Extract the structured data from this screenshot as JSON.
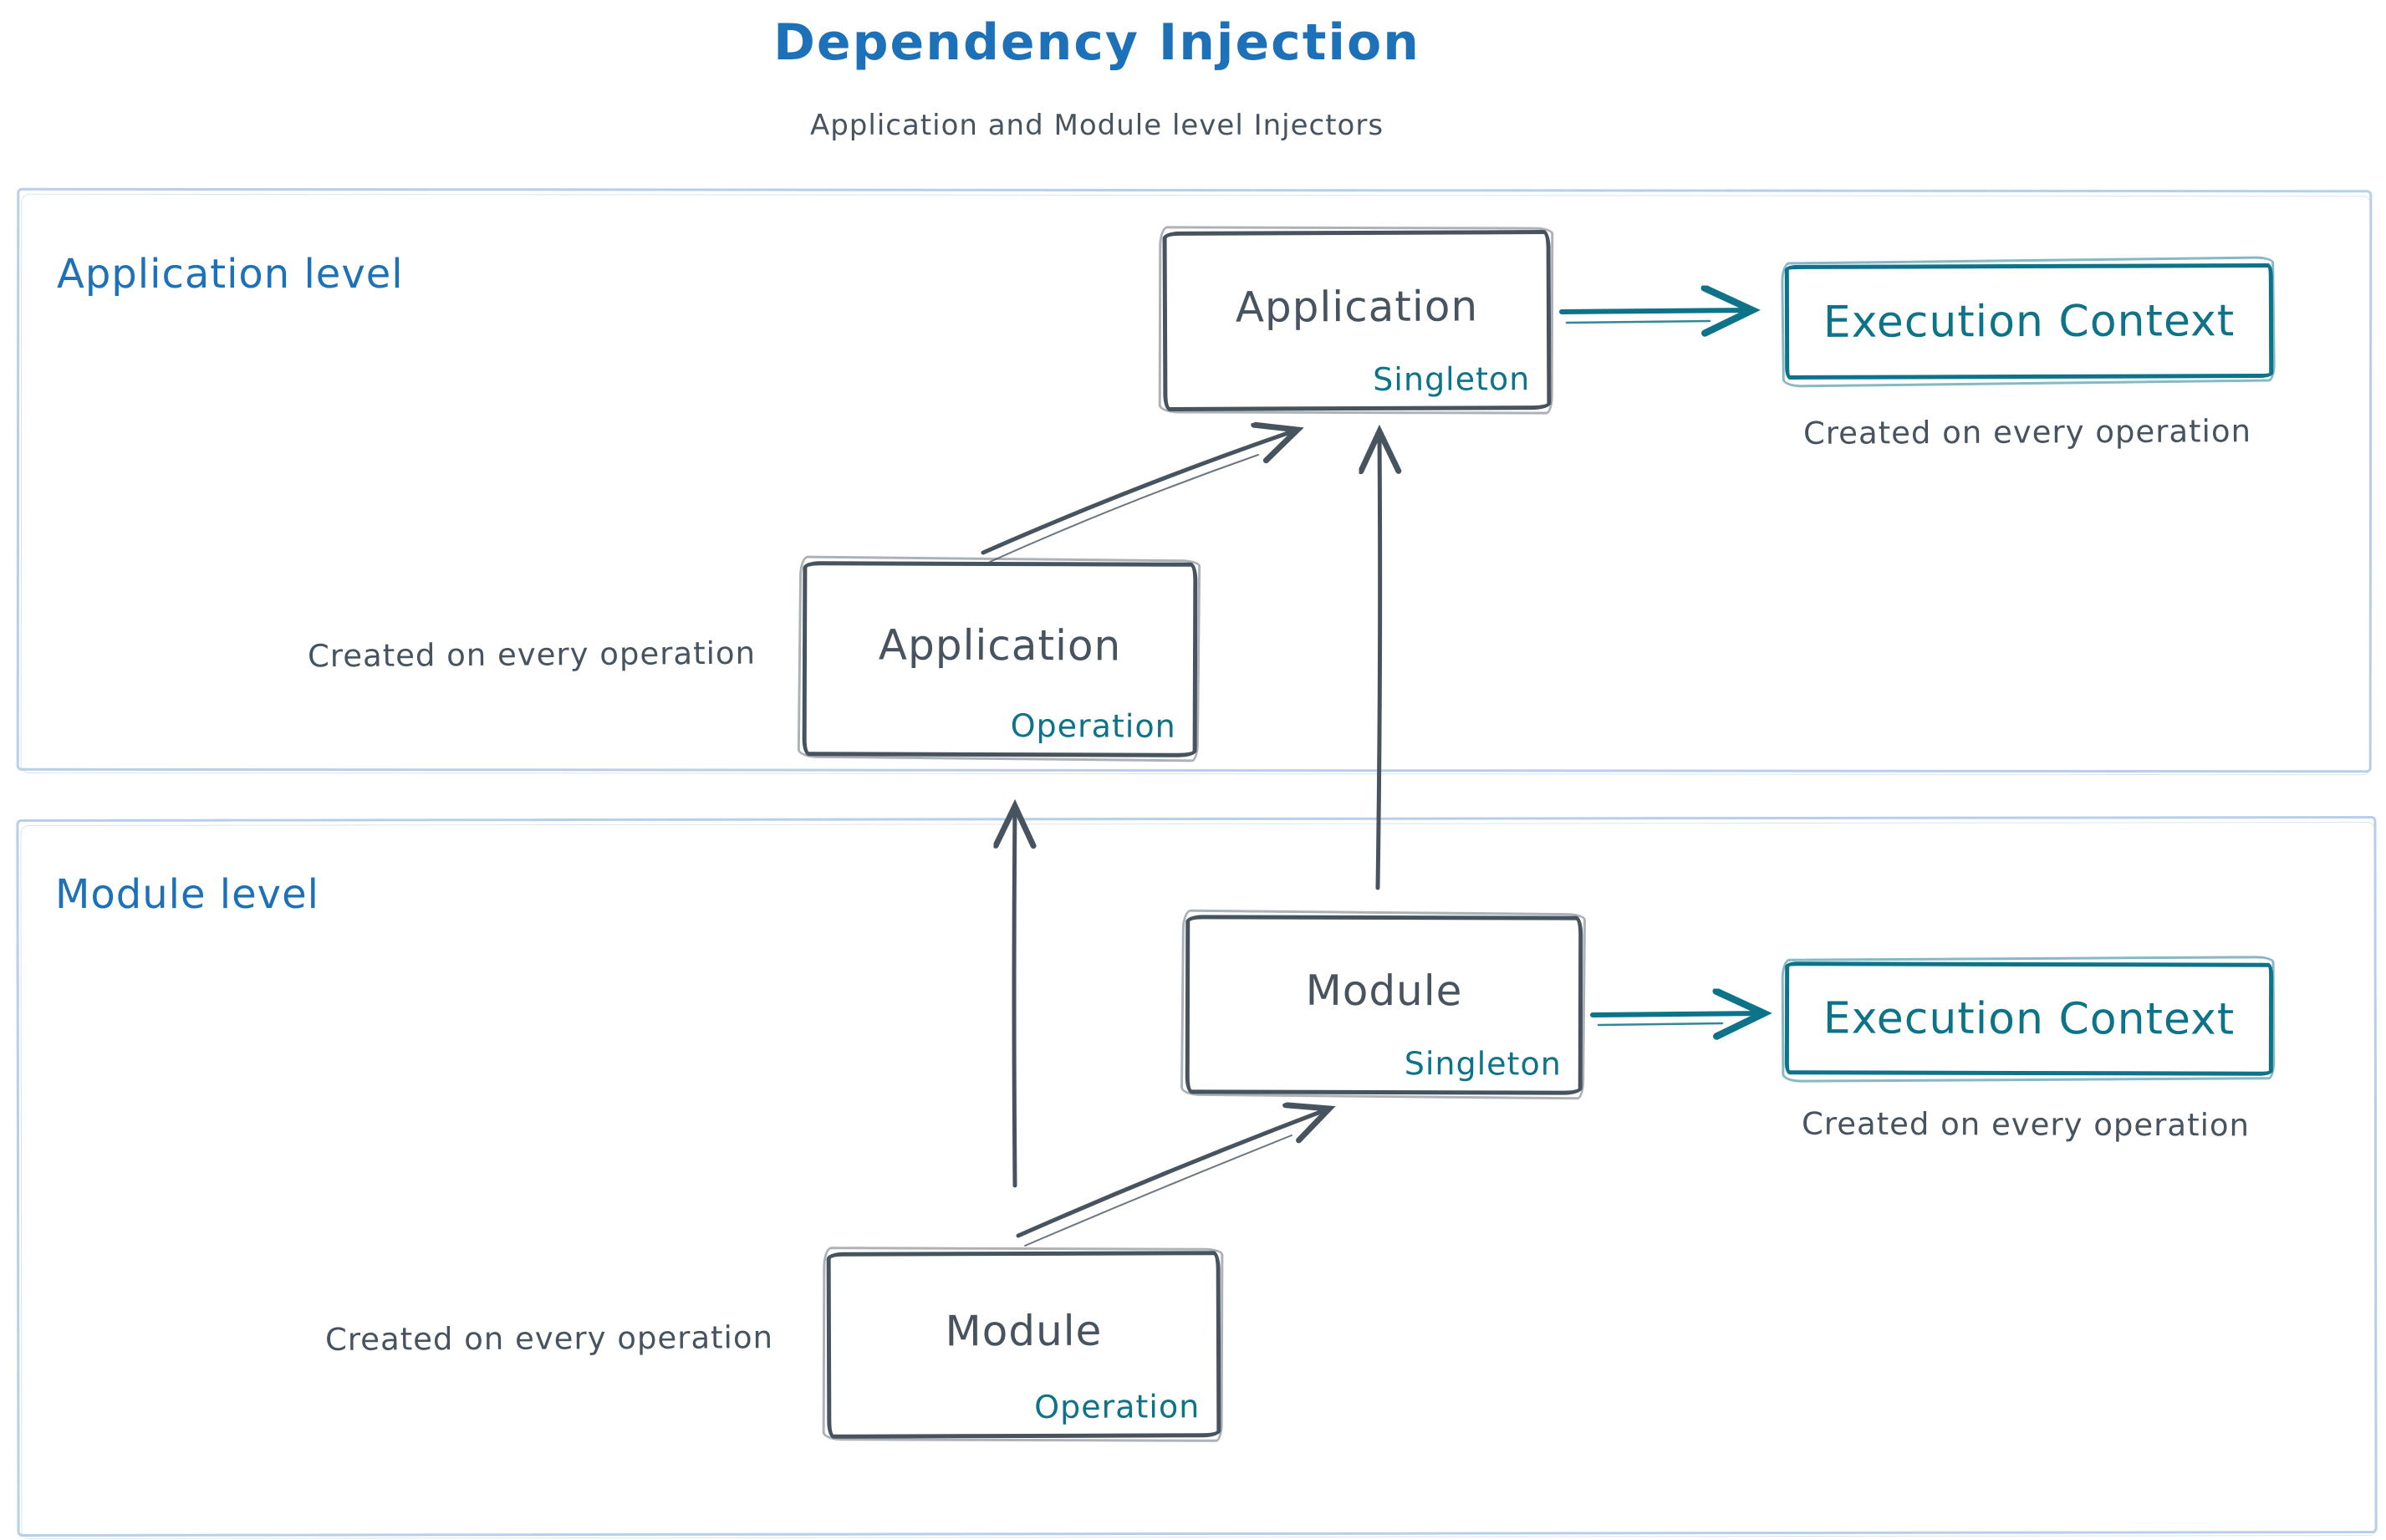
{
  "title": "Dependency Injection",
  "subtitle": "Application and Module level Injectors",
  "sections": {
    "application": {
      "label": "Application level"
    },
    "module": {
      "label": "Module level"
    }
  },
  "nodes": {
    "app_singleton": {
      "name": "Application",
      "scope": "Singleton"
    },
    "app_operation": {
      "name": "Application",
      "scope": "Operation"
    },
    "module_singleton": {
      "name": "Module",
      "scope": "Singleton"
    },
    "module_operation": {
      "name": "Module",
      "scope": "Operation"
    },
    "execution_context_app": {
      "name": "Execution Context"
    },
    "execution_context_module": {
      "name": "Execution Context"
    }
  },
  "captions": {
    "execution_context_app": "Created on every operation",
    "app_operation": "Created on every operation",
    "execution_context_module": "Created on every operation",
    "module_operation": "Created on every operation"
  },
  "colors": {
    "title_blue": "#1d71b8",
    "ink_dark": "#47545f",
    "accent_teal": "#0d7389",
    "frame_border": "#b7cfe9"
  }
}
